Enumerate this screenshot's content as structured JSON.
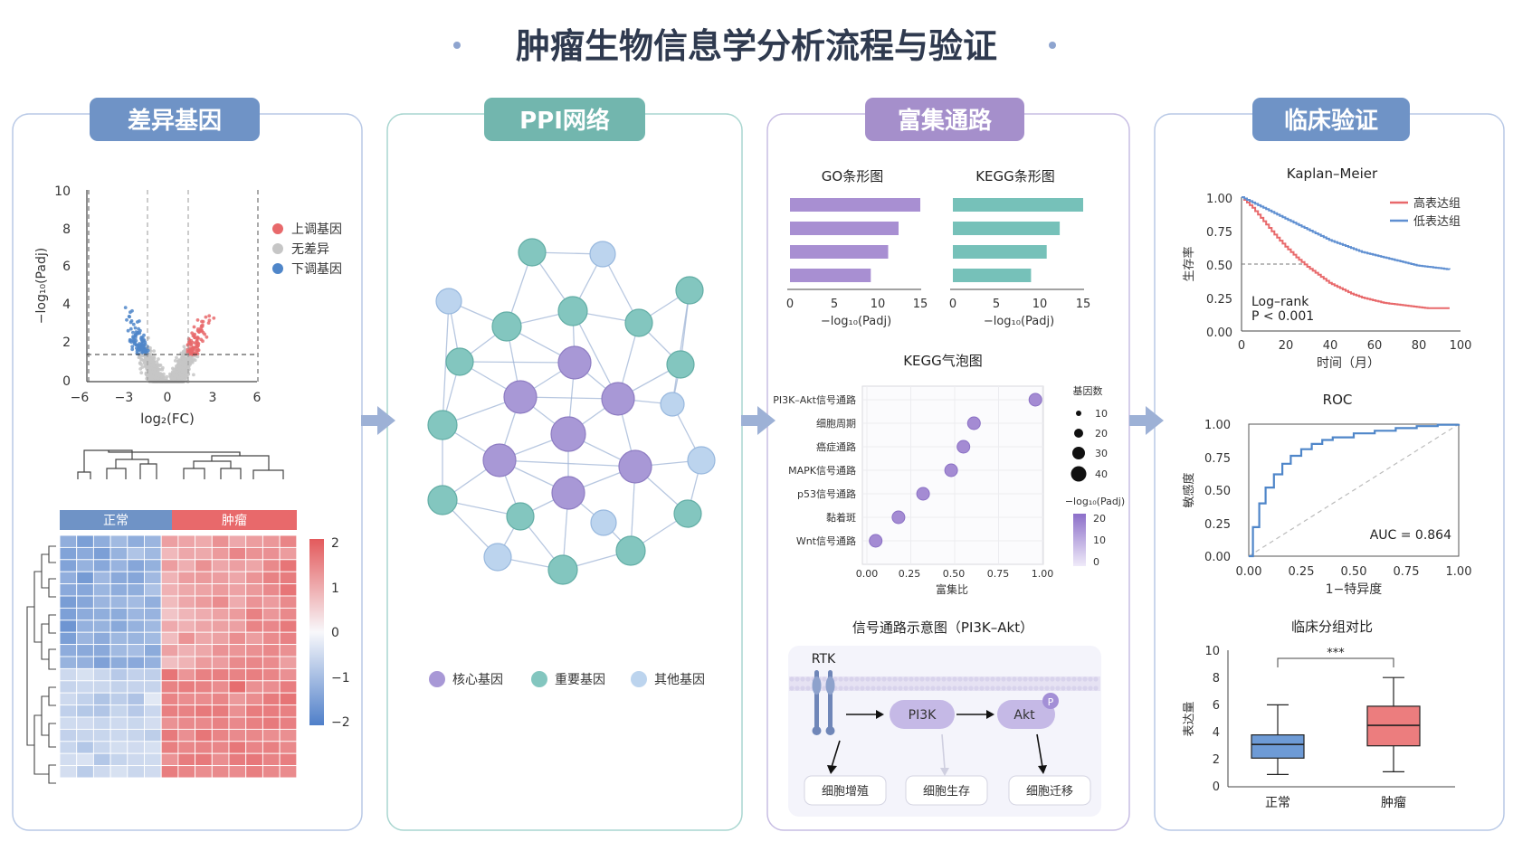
{
  "header": {
    "title": "肿瘤生物信息学分析流程与验证"
  },
  "colors": {
    "panel1": "#6f93c6",
    "panel2": "#72b6ae",
    "panel3": "#a58fcb",
    "panel4": "#6f93c6",
    "up": "#e8696b",
    "down": "#4f86c9",
    "ns": "#c6c6c6",
    "core": "#a898d6",
    "important": "#83c6bf",
    "other": "#bcd4ee",
    "go_bar": "#a88fd2",
    "kegg_bar": "#76c1b9",
    "high_expr": "#e8696b",
    "low_expr": "#5f8fd1",
    "roc": "#4f86c9",
    "normal_box": "#6e9bd6",
    "tumor_box": "#ec7d7e"
  },
  "panels": [
    {
      "title": "差异基因"
    },
    {
      "title": "PPI网络"
    },
    {
      "title": "富集通路"
    },
    {
      "title": "临床验证"
    }
  ],
  "volcano": {
    "y_ticks": [
      "10",
      "8",
      "6",
      "4",
      "2",
      "0"
    ],
    "x_ticks": [
      "−6",
      "−3",
      "0",
      "3",
      "6"
    ],
    "x_label": "log₂(FC)",
    "y_label": "−log₁₀(Padj)",
    "legend": [
      "上调基因",
      "无差异",
      "下调基因"
    ]
  },
  "heatmap": {
    "groups": [
      "正常",
      "肿瘤"
    ],
    "colorbar_ticks": [
      "2",
      "1",
      "0",
      "−1",
      "−2"
    ]
  },
  "ppi": {
    "legend": [
      "核心基因",
      "重要基因",
      "其他基因"
    ]
  },
  "enrichment": {
    "go_title": "GO条形图",
    "kegg_title": "KEGG条形图",
    "bar_x_ticks": [
      "0",
      "5",
      "10",
      "15"
    ],
    "bar_x_label": "−log₁₀(Padj)",
    "bubble_title": "KEGG气泡图",
    "bubble_x_label": "富集比",
    "bubble_x_ticks": [
      "0.00",
      "0.25",
      "0.50",
      "0.75",
      "1.00"
    ],
    "bubble_size_title": "基因数",
    "bubble_size_ticks": [
      "10",
      "20",
      "30",
      "40"
    ],
    "bubble_color_title": "−log₁₀(Padj)",
    "bubble_color_ticks": [
      "20",
      "10",
      "0"
    ],
    "pathway_title": "信号通路示意图（PI3K–Akt）",
    "pathway_nodes": {
      "rtk": "RTK",
      "pi3k": "PI3K",
      "akt": "Akt",
      "p": "P",
      "prolif": "细胞增殖",
      "survival": "细胞生存",
      "migration": "细胞迁移"
    }
  },
  "chart_data": [
    {
      "type": "bar",
      "title": "GO条形图",
      "xlabel": "−log₁₀(Padj)",
      "xlim": [
        0,
        15
      ],
      "values": [
        15,
        12.5,
        11.3,
        9.3
      ]
    },
    {
      "type": "bar",
      "title": "KEGG条形图",
      "xlabel": "−log₁₀(Padj)",
      "xlim": [
        0,
        15
      ],
      "values": [
        15,
        12.3,
        10.8,
        9.0
      ]
    },
    {
      "type": "scatter",
      "title": "KEGG气泡图",
      "xlabel": "富集比",
      "xlim": [
        0,
        1
      ],
      "categories": [
        "PI3K–Akt信号通路",
        "细胞周期",
        "癌症通路",
        "MAPK信号通路",
        "p53信号通路",
        "黏着斑",
        "Wnt信号通路"
      ],
      "x": [
        0.96,
        0.61,
        0.55,
        0.48,
        0.32,
        0.18,
        0.05
      ],
      "size": [
        20,
        20,
        20,
        20,
        20,
        20,
        20
      ],
      "color_value": [
        18,
        14,
        13,
        11,
        9,
        7,
        5
      ]
    },
    {
      "type": "line",
      "title": "Kaplan–Meier",
      "xlabel": "时间（月）",
      "ylabel": "生存率",
      "xlim": [
        0,
        100
      ],
      "ylim": [
        0,
        1
      ],
      "x_ticks": [
        "0",
        "20",
        "40",
        "60",
        "80",
        "100"
      ],
      "y_ticks": [
        "1.00",
        "0.75",
        "0.50",
        "0.25",
        "0.00"
      ],
      "series": [
        {
          "name": "高表达组",
          "x": [
            0,
            5,
            10,
            15,
            20,
            25,
            30,
            35,
            40,
            45,
            50,
            55,
            60,
            65,
            70,
            75,
            80,
            85,
            90,
            95
          ],
          "values": [
            1.0,
            0.92,
            0.82,
            0.72,
            0.63,
            0.55,
            0.48,
            0.42,
            0.36,
            0.32,
            0.28,
            0.25,
            0.23,
            0.21,
            0.2,
            0.19,
            0.18,
            0.17,
            0.17,
            0.17
          ]
        },
        {
          "name": "低表达组",
          "x": [
            0,
            5,
            10,
            15,
            20,
            25,
            30,
            35,
            40,
            45,
            50,
            55,
            60,
            65,
            70,
            75,
            80,
            85,
            90,
            95
          ],
          "values": [
            1.0,
            0.96,
            0.92,
            0.88,
            0.84,
            0.8,
            0.76,
            0.72,
            0.68,
            0.65,
            0.62,
            0.59,
            0.57,
            0.55,
            0.53,
            0.51,
            0.49,
            0.48,
            0.47,
            0.46
          ]
        }
      ],
      "annotations": [
        "Log–rank",
        "P < 0.001"
      ]
    },
    {
      "type": "line",
      "title": "ROC",
      "xlabel": "1−特异度",
      "ylabel": "敏感度",
      "xlim": [
        0,
        1
      ],
      "ylim": [
        0,
        1
      ],
      "x_ticks": [
        "0.00",
        "0.25",
        "0.50",
        "0.75",
        "1.00"
      ],
      "y_ticks": [
        "1.00",
        "0.75",
        "0.50",
        "0.25",
        "0.00"
      ],
      "series": [
        {
          "name": "",
          "x": [
            0,
            0.02,
            0.05,
            0.08,
            0.12,
            0.16,
            0.2,
            0.25,
            0.3,
            0.35,
            0.4,
            0.5,
            0.6,
            0.7,
            0.8,
            0.9,
            1.0
          ],
          "values": [
            0,
            0.22,
            0.4,
            0.52,
            0.62,
            0.7,
            0.76,
            0.81,
            0.85,
            0.88,
            0.9,
            0.93,
            0.95,
            0.97,
            0.985,
            0.995,
            1.0
          ]
        }
      ],
      "annotations": [
        "AUC = 0.864"
      ]
    },
    {
      "type": "box",
      "title": "临床分组对比",
      "ylabel": "表达量",
      "ylim": [
        0,
        10
      ],
      "y_ticks": [
        "10",
        "8",
        "6",
        "4",
        "2",
        "0"
      ],
      "categories": [
        "正常",
        "肿瘤"
      ],
      "boxes": [
        {
          "min": 0.9,
          "q1": 2.1,
          "median": 3.1,
          "q3": 3.8,
          "max": 6.0
        },
        {
          "min": 1.1,
          "q1": 3.0,
          "median": 4.5,
          "q3": 5.9,
          "max": 8.0
        }
      ],
      "significance": "***"
    }
  ]
}
